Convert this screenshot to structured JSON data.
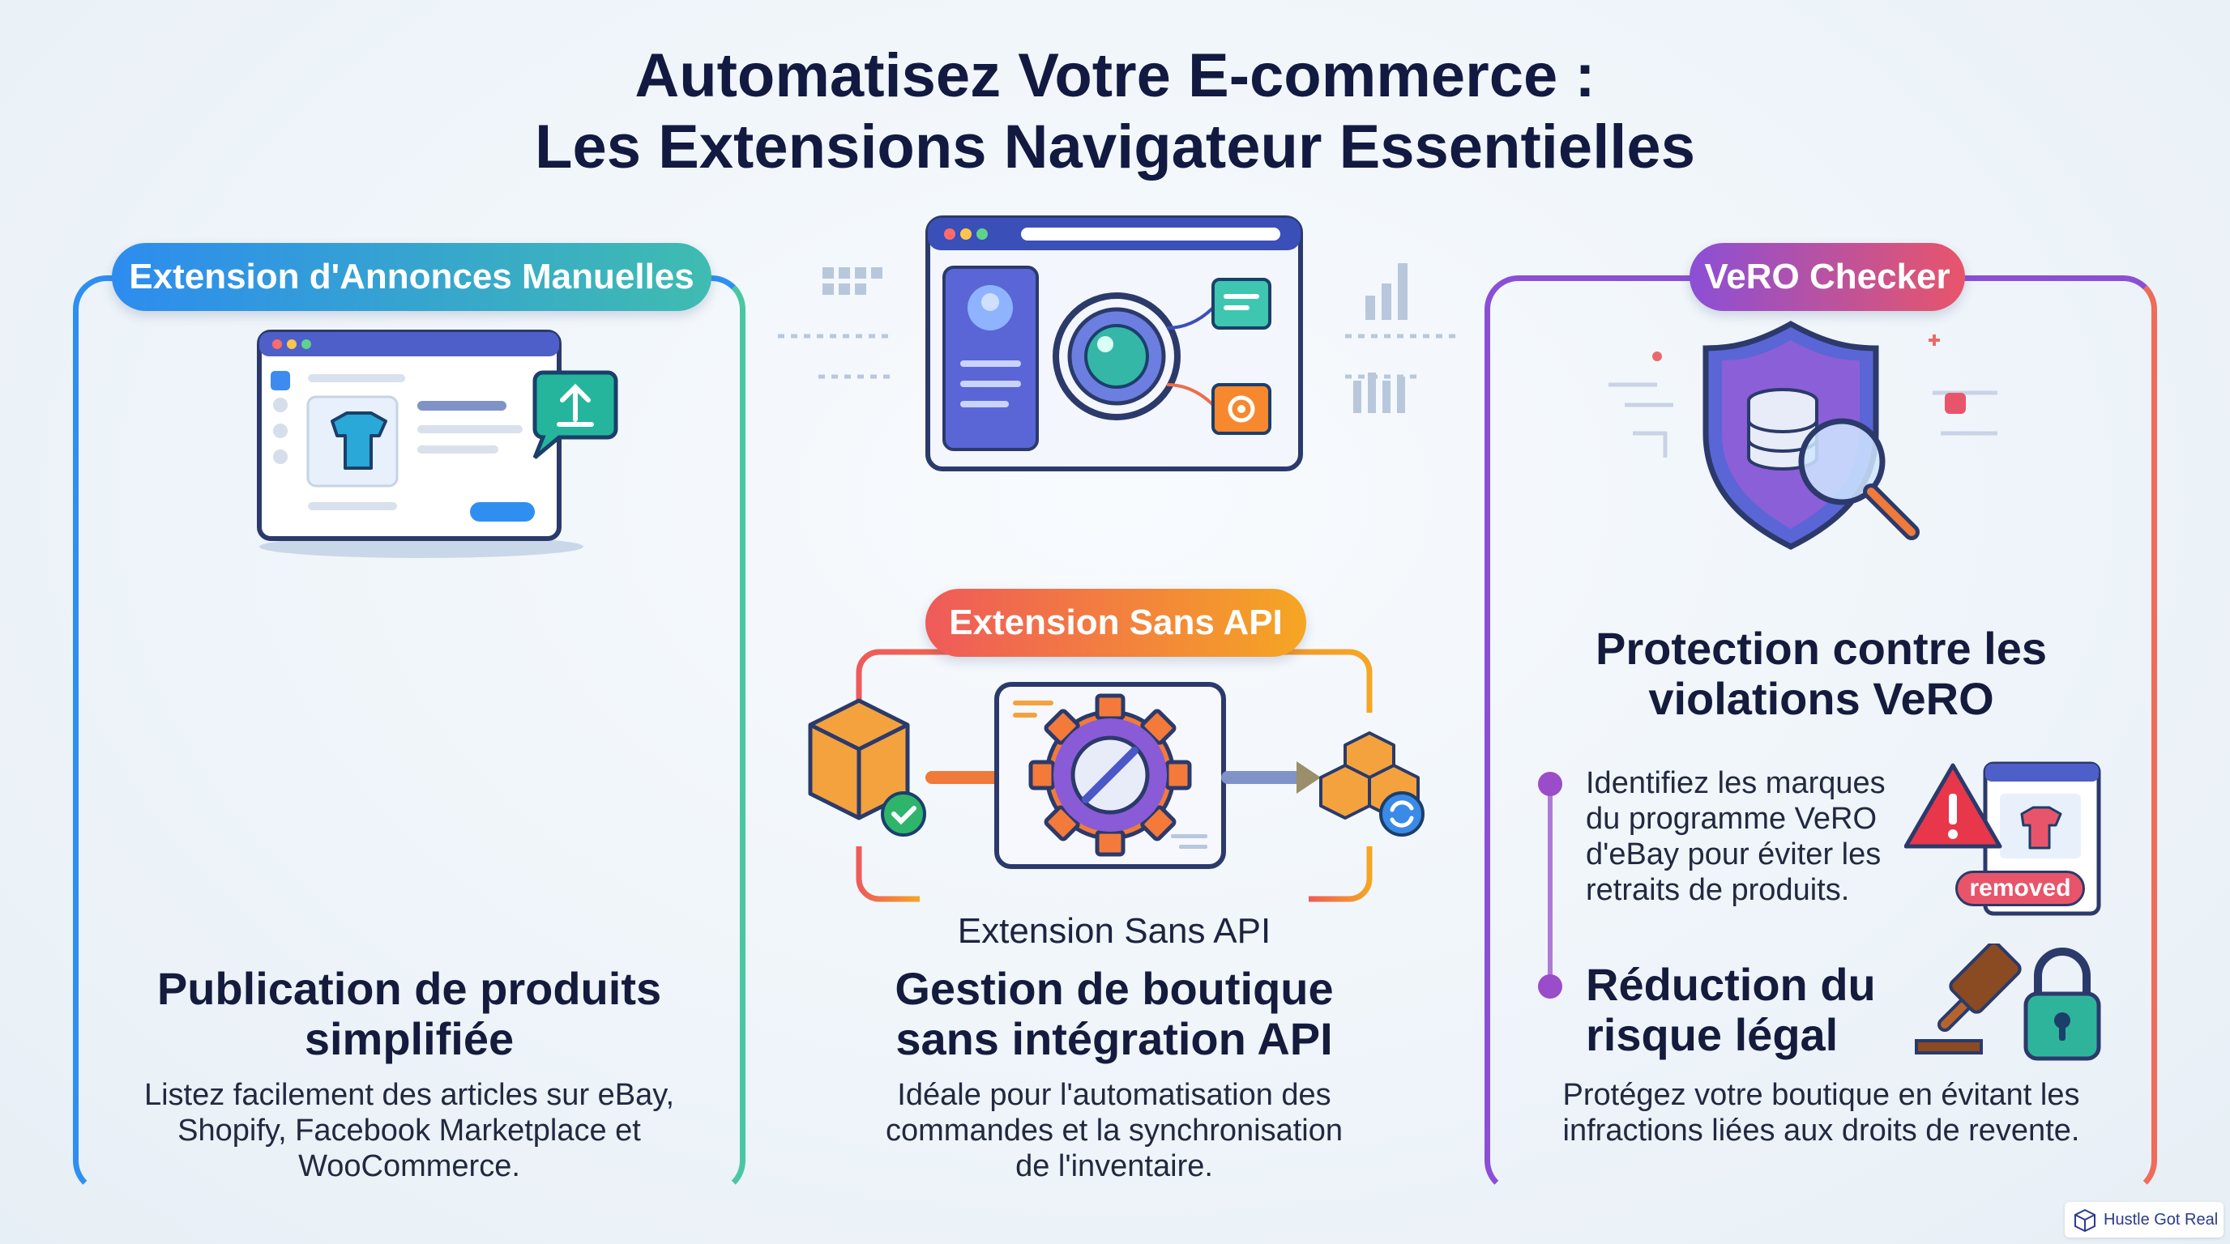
{
  "title": {
    "line1": "Automatisez Votre E-commerce :",
    "line2": "Les Extensions Navigateur Essentielles"
  },
  "left_panel": {
    "pill": "Extension d'Annonces Manuelles",
    "heading_l1": "Publication de produits",
    "heading_l2": "simplifiée",
    "desc_l1": "Listez facilement des articles sur eBay,",
    "desc_l2": "Shopify, Facebook Marketplace et",
    "desc_l3": "WooCommerce.",
    "colors": {
      "start": "#2f8ff0",
      "end": "#49c7a5"
    }
  },
  "center_panel": {
    "pill": "Extension Sans API",
    "subtitle": "Extension Sans API",
    "heading_l1": "Gestion de boutique",
    "heading_l2": "sans intégration API",
    "desc_l1": "Idéale pour l'automatisation des",
    "desc_l2": "commandes et la synchronisation",
    "desc_l3": "de l'inventaire.",
    "colors": {
      "start": "#ef5a5a",
      "end": "#f5a623"
    }
  },
  "right_panel": {
    "pill": "VeRO Checker",
    "heading_l1": "Protection contre les",
    "heading_l2": "violations VeRO",
    "bullet1_l1": "Identifiez les marques",
    "bullet1_l2": "du programme VeRO",
    "bullet1_l3": "d'eBay pour éviter les",
    "bullet1_l4": "retraits de produits.",
    "removed_label": "removed",
    "bullet2_l1": "Réduction du",
    "bullet2_l2": "risque légal",
    "desc_l1": "Protégez votre boutique en évitant les",
    "desc_l2": "infractions liées aux droits de revente.",
    "colors": {
      "start": "#8b4fd6",
      "end": "#ef5a5a"
    }
  },
  "watermark": "Hustle Got Real"
}
